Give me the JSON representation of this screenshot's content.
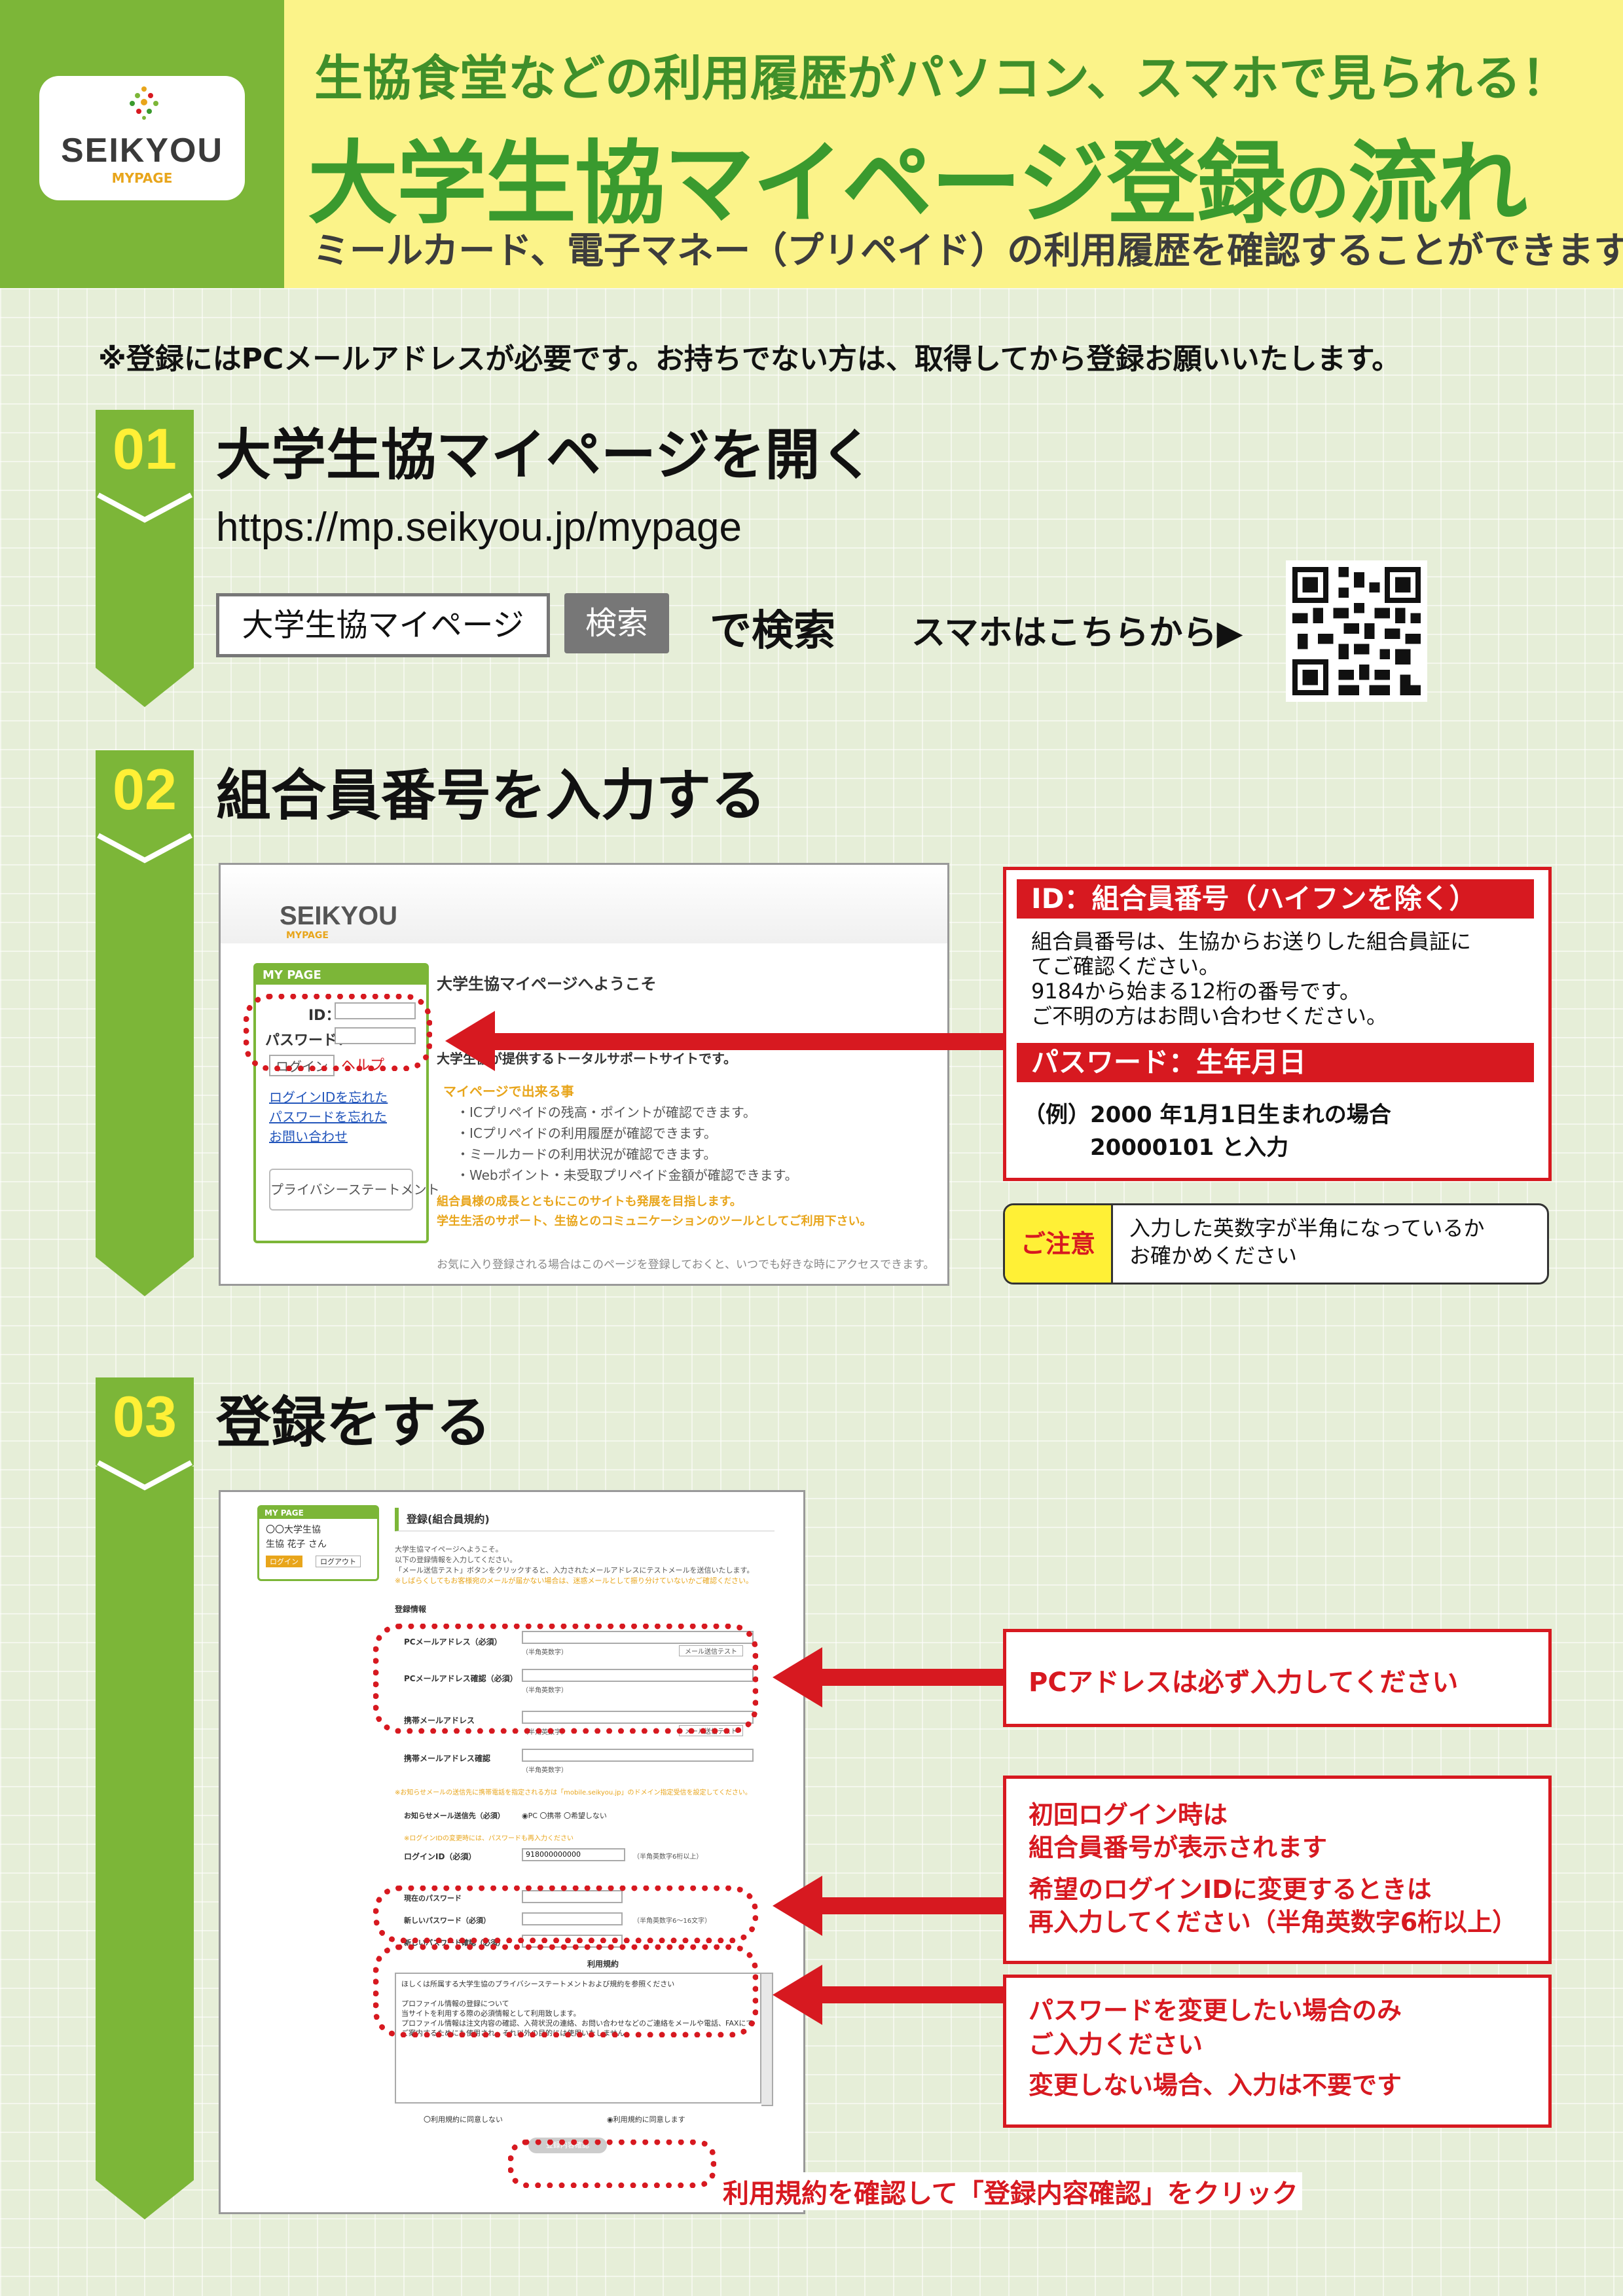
{
  "header": {
    "logo_text": "SEIKYOU",
    "logo_sub": "MYPAGE",
    "line1": "生協食堂などの利用履歴がパソコン、スマホで見られる！",
    "line2_a": "大学生協マイページ登録",
    "line2_b": "の",
    "line2_c": "流れ",
    "line3": "ミールカード、電子マネー（プリペイド）の利用履歴を確認することができます"
  },
  "notice": "※登録にはPCメールアドレスが必要です。お持ちでない方は、取得してから登録お願いいたします。",
  "step1": {
    "no": "01",
    "title": "大学生協マイページを開く",
    "url": "https://mp.seikyou.jp/mypage",
    "search_term": "大学生協マイページ",
    "search_button": "検索",
    "search_suffix": "で検索",
    "smartphone": "スマホはこちらから▶"
  },
  "step2": {
    "no": "02",
    "title": "組合員番号を入力する",
    "shot": {
      "logo": "SEIKYOU",
      "logo_sub": "MYPAGE",
      "sidebar_head": "MY PAGE",
      "id_label": "ID：",
      "pw_label": "パスワード：",
      "login_btn": "ログイン",
      "help": "ヘルプ",
      "links": [
        "ログインIDを忘れた",
        "パスワードを忘れた",
        "お問い合わせ"
      ],
      "privacy": "プライバシーステートメント",
      "welcome": "大学生協マイページへようこそ",
      "subtitle": "大学生協が提供するトータルサポートサイトです。",
      "features_head": "マイページで出来る事",
      "features": [
        "・ICプリペイドの残高・ポイントが確認できます。",
        "・ICプリペイドの利用履歴が確認できます。",
        "・ミールカードの利用状況が確認できます。",
        "・Webポイント・未受取プリペイド金額が確認できます。"
      ],
      "desc1": "組合員様の成長とともにこのサイトも発展を目指します。",
      "desc2": "学生生活のサポート、生協とのコミュニケーションのツールとしてご利用下さい。",
      "footer": "お気に入り登録される場合はこのページを登録しておくと、いつでも好きな時にアクセスできます。"
    },
    "id_head": "ID：組合員番号（ハイフンを除く）",
    "id_body": [
      "組合員番号は、生協からお送りした組合員証に",
      "てご確認ください。",
      "9184から始まる12桁の番号です。",
      "ご不明の方はお問い合わせください。"
    ],
    "pw_head": "パスワード：生年月日",
    "pw_example_label": "（例）",
    "pw_example": "2000 年1月1日生まれの場合",
    "pw_example2": "20000101 と入力",
    "caution_label": "ご注意",
    "caution_text": [
      "入力した英数字が半角になっているか",
      "お確かめください"
    ]
  },
  "step3": {
    "no": "03",
    "title": "登録をする",
    "shot": {
      "sidebar_head": "MY PAGE",
      "univ": "〇〇大学生協",
      "user": "生協 花子 さん",
      "login_btn": "ログイン",
      "logout_btn": "ログアウト",
      "page_title": "登録(組合員規約)",
      "intro1": "大学生協マイページへようこそ。",
      "intro2": "以下の登録情報を入力してください。",
      "intro3": "「メール送信テスト」ボタンをクリックすると、入力されたメールアドレスにテストメールを送信いたします。",
      "intro4": "※しばらくしてもお客様宛のメールが届かない場合は、迷惑メールとして振り分けていないかご確認ください。",
      "section": "登録情報",
      "pc_mail": "PCメールアドレス（必須）",
      "pc_mail_confirm": "PCメールアドレス確認（必須）",
      "mobile_mail": "携帯メールアドレス",
      "mobile_mail_confirm": "携帯メールアドレス確認",
      "halfwidth": "（半角英数字）",
      "mail_test": "メール送信テスト",
      "notice_line": "※お知らせメールの送信先に携帯電話を指定される方は「mobile.seikyou.jp」のドメイン指定受信を設定してください。",
      "notice_send": "お知らせメール送信先（必須）",
      "radio_opts": [
        "PC",
        "携帯",
        "希望しない"
      ],
      "login_note": "※ログインIDの変更時には、パスワードも再入力ください",
      "login_id": "ログインID（必須）",
      "login_id_val": "918000000000",
      "login_id_hint": "（半角英数字6桁以上）",
      "cur_pw": "現在のパスワード",
      "new_pw": "新しいパスワード（必須）",
      "new_pw_confirm": "新しいパスワード確認（必須）",
      "pw_hint": "（半角英数字6〜16文字）",
      "terms_head": "利用規約",
      "terms1": "ほしくは所属する大学生協のプライバシーステートメントおよび規約を参照ください",
      "terms2": "プロファイル情報の登録について",
      "terms3": "当サイトを利用する際の必須情報として利用致します。",
      "terms4": "プロファイル情報は注文内容の確認、入荷状況の連絡、お問い合わせなどのご連絡をメールや電話、FAXにてご案内するためにも使用され、それ以外の目的には使用いたしません。",
      "disagree": "利用規約に同意しない",
      "agree": "利用規約に同意します",
      "confirm_btn": "登録内容確認"
    },
    "note_pc": "PCアドレスは必ず入力してください",
    "note_id": [
      "初回ログイン時は",
      "組合員番号が表示されます",
      "希望のログインIDに変更するときは",
      "再入力してください（半角英数字6桁以上）"
    ],
    "note_pw": [
      "パスワードを変更したい場合のみ",
      "ご入力ください",
      "変更しない場合、入力は不要です"
    ],
    "bottom_note": "利用規約を確認して「登録内容確認」をクリック"
  },
  "colors": {
    "green": "#7cb638",
    "yellow": "#fbf389",
    "red": "#d71920",
    "dark_green": "#3a9a2e"
  }
}
